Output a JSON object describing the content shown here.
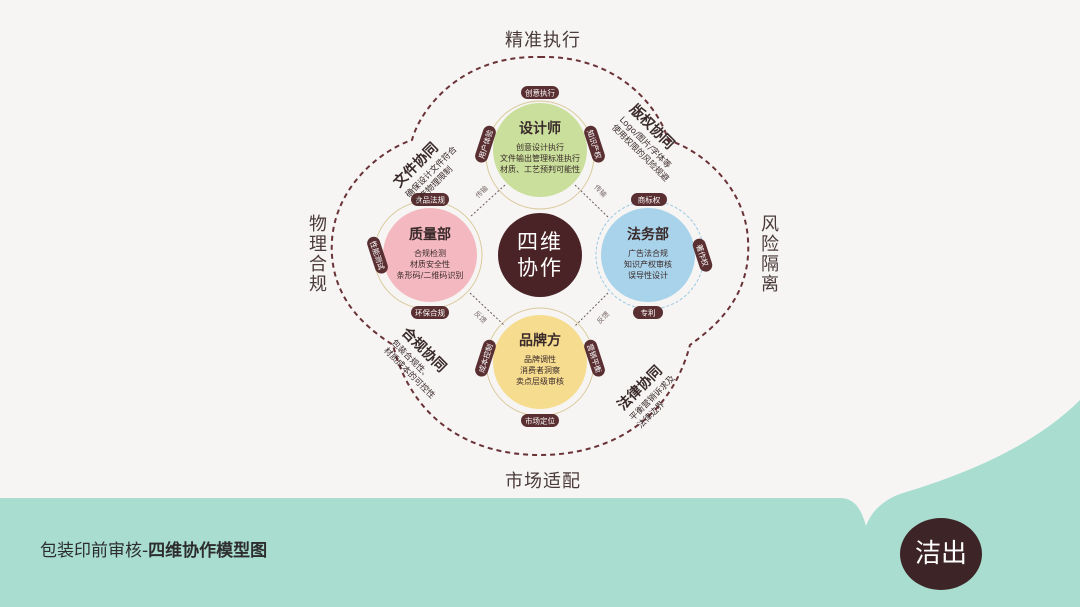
{
  "side_titles": {
    "top": "精准执行",
    "bottom": "市场适配",
    "left": "物理合规",
    "right": "风险隔离"
  },
  "center": {
    "line1": "四维",
    "line2": "协作"
  },
  "nodes": {
    "designer": {
      "title": "设计师",
      "lines": [
        "创意设计执行",
        "文件输出管理标准执行",
        "材质、工艺预判可能性"
      ],
      "color": "#c9df9b"
    },
    "quality": {
      "title": "质量部",
      "lines": [
        "合规检测",
        "材质安全性",
        "条形码/二维码识别"
      ],
      "color": "#f4b9c0"
    },
    "legal": {
      "title": "法务部",
      "lines": [
        "广告法合规",
        "知识产权审核",
        "误导性设计"
      ],
      "color": "#a9d3ea"
    },
    "brand": {
      "title": "品牌方",
      "lines": [
        "品牌调性",
        "消费者洞察",
        "卖点层级审核"
      ],
      "color": "#f6dc8f"
    }
  },
  "pills": {
    "creative_exec": "创意执行",
    "user_exp": "用户体验",
    "copyright_audit": "知识产权",
    "food_law": "食品法规",
    "perf_test": "性能测试",
    "eco_comply": "环保合规",
    "trademark": "商标权",
    "copyright": "著作权",
    "patent": "专利",
    "cost_control": "成本控制",
    "marketing_balance": "营销平衡",
    "market_position": "市场定位"
  },
  "arrow_labels": {
    "tl": "传输",
    "tr": "传输",
    "bl": "反馈",
    "br": "反馈"
  },
  "corners": {
    "tl": {
      "title": "文件协同",
      "lines": [
        "确保设计文件符合",
        "生产物理限制"
      ]
    },
    "tr": {
      "title": "版权协同",
      "lines": [
        "Logo/图片/字体等",
        "使用权限的风险规避"
      ]
    },
    "bl": {
      "title": "合规协同",
      "lines": [
        "包装合规性、",
        "材质成本的可控性"
      ]
    },
    "br": {
      "title": "法律协同",
      "lines": [
        "平衡营销诉求及",
        "法律边界"
      ]
    }
  },
  "footer": {
    "caption_prefix": "包装印前审核-",
    "caption_bold": "四维协作模型图",
    "logo_text": "洁出"
  },
  "colors": {
    "accent_dark": "#5a2f32",
    "footer_bg": "#a8ddd0",
    "dashed": "#6a3236"
  }
}
